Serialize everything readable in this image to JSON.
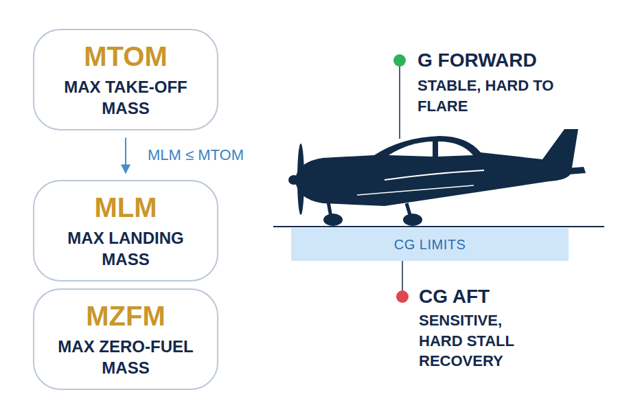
{
  "diagram": {
    "nodes": [
      {
        "text": [
          "MTOM",
          "MAX TAKE-OFF MASS"
        ]
      },
      {
        "text": [
          "MLM",
          "MAX LANDING MASS"
        ]
      },
      {
        "text": [
          "MZFM",
          "MAX ZERO-FUEL MASS"
        ]
      },
      {
        "text": [
          "CG LIMITS"
        ]
      }
    ],
    "edges": [
      {
        "from": 0,
        "to": 1,
        "arrow": "to",
        "label": "MLM ≤ MTOM"
      }
    ],
    "labels": [
      "G FORWARD",
      "STABLE, HARD TO FLARE",
      "CG AFT",
      "SENSITIVE, HARD STALL RECOVERY"
    ]
  }
}
